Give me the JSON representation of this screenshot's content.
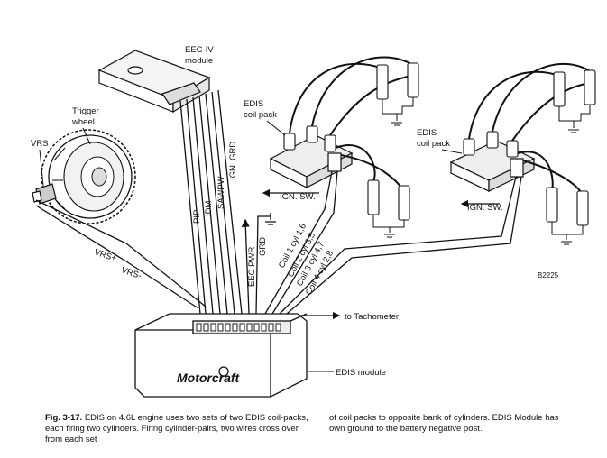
{
  "labels": {
    "eec_iv": "EEC-IV",
    "module_word": "module",
    "trigger": "Trigger",
    "wheel": "wheel",
    "vrs": "VRS",
    "edis": "EDIS",
    "coil_pack": "coil pack",
    "ign_sw": "IGN. SW.",
    "pip": "PIP",
    "idm": "IDM",
    "sawpw": "SAWPW",
    "ign_grd": "IGN. GRD",
    "eec_pwr": "EEC PWR",
    "grd": "GRD",
    "vrs_plus": "VRS+",
    "vrs_minus": "VRS-",
    "coil1": "Coil 1 cyl 1,6",
    "coil2": "Coil 2 cyl 3,5",
    "coil3": "Coil 3 cyl 4,7",
    "coil4": "Coil 4 cyl 2,8",
    "to_tach": "to Tachometer",
    "edis_module": "EDIS module",
    "brand": "Motorcraft",
    "ref": "B2225"
  },
  "caption": {
    "fig": "Fig. 3-17.",
    "left": "EDIS on 4.6L engine uses two sets of two EDIS coil-packs, each firing two cylinders. Firing cylinder-pairs, two wires cross over from each set",
    "right": "of coil packs to opposite bank of cylinders. EDIS Module has own ground to the battery negative post."
  }
}
